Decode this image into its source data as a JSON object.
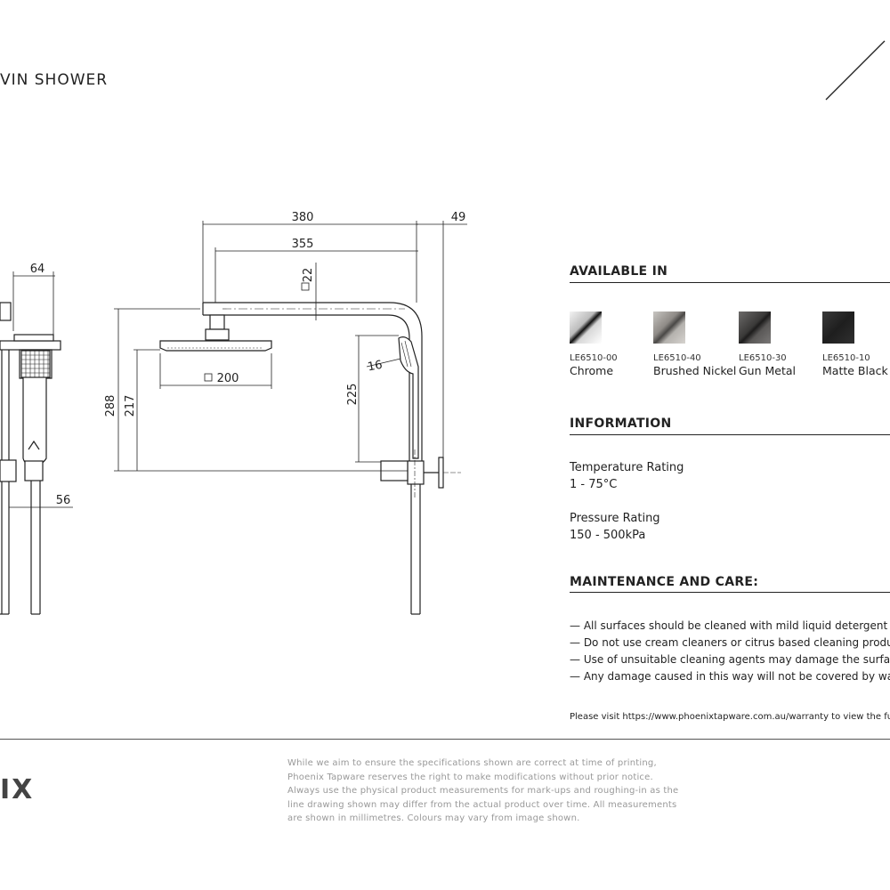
{
  "header": {
    "title": "VIN SHOWER"
  },
  "drawing": {
    "dimensions": {
      "d380": "380",
      "d355": "355",
      "d49": "49",
      "d22": "22",
      "d64": "64",
      "d288": "288",
      "d217": "217",
      "d200": "200",
      "d16": "16",
      "d225": "225",
      "d56": "56"
    }
  },
  "available": {
    "heading": "AVAILABLE IN",
    "finishes": [
      {
        "code": "LE6510-00",
        "name": "Chrome",
        "color": "#d6d6d6"
      },
      {
        "code": "LE6510-40",
        "name": "Brushed Nickel",
        "color": "#a9a6a2"
      },
      {
        "code": "LE6510-30",
        "name": "Gun Metal",
        "color": "#5c5a59"
      },
      {
        "code": "LE6510-10",
        "name": "Matte Black",
        "color": "#2a2a2a"
      }
    ]
  },
  "information": {
    "heading": "INFORMATION",
    "temperature_label": "Temperature Rating",
    "temperature_value": "1 - 75°C",
    "pressure_label": "Pressure Rating",
    "pressure_value": "150 - 500kPa"
  },
  "maintenance": {
    "heading": "MAINTENANCE AND CARE:",
    "items": [
      "— All surfaces should be cleaned with mild liquid detergent or",
      "— Do not use cream cleaners or citrus based cleaning products,",
      "— Use of unsuitable cleaning agents may damage the surface.",
      "— Any damage caused in this way will not be covered by warran"
    ],
    "visit_text": "Please visit https://www.phoenixtapware.com.au/warranty to view the full"
  },
  "footer": {
    "brand": "IX",
    "disclaimer_lines": [
      "While we aim to ensure the specifications shown are correct at time of printing,",
      "Phoenix Tapware reserves the right to make modifications without prior notice.",
      "Always use the physical product measurements for mark-ups and roughing-in as the",
      "line drawing shown may differ from the actual product over time. All measurements",
      "are shown in millimetres. Colours may vary from image shown."
    ]
  }
}
